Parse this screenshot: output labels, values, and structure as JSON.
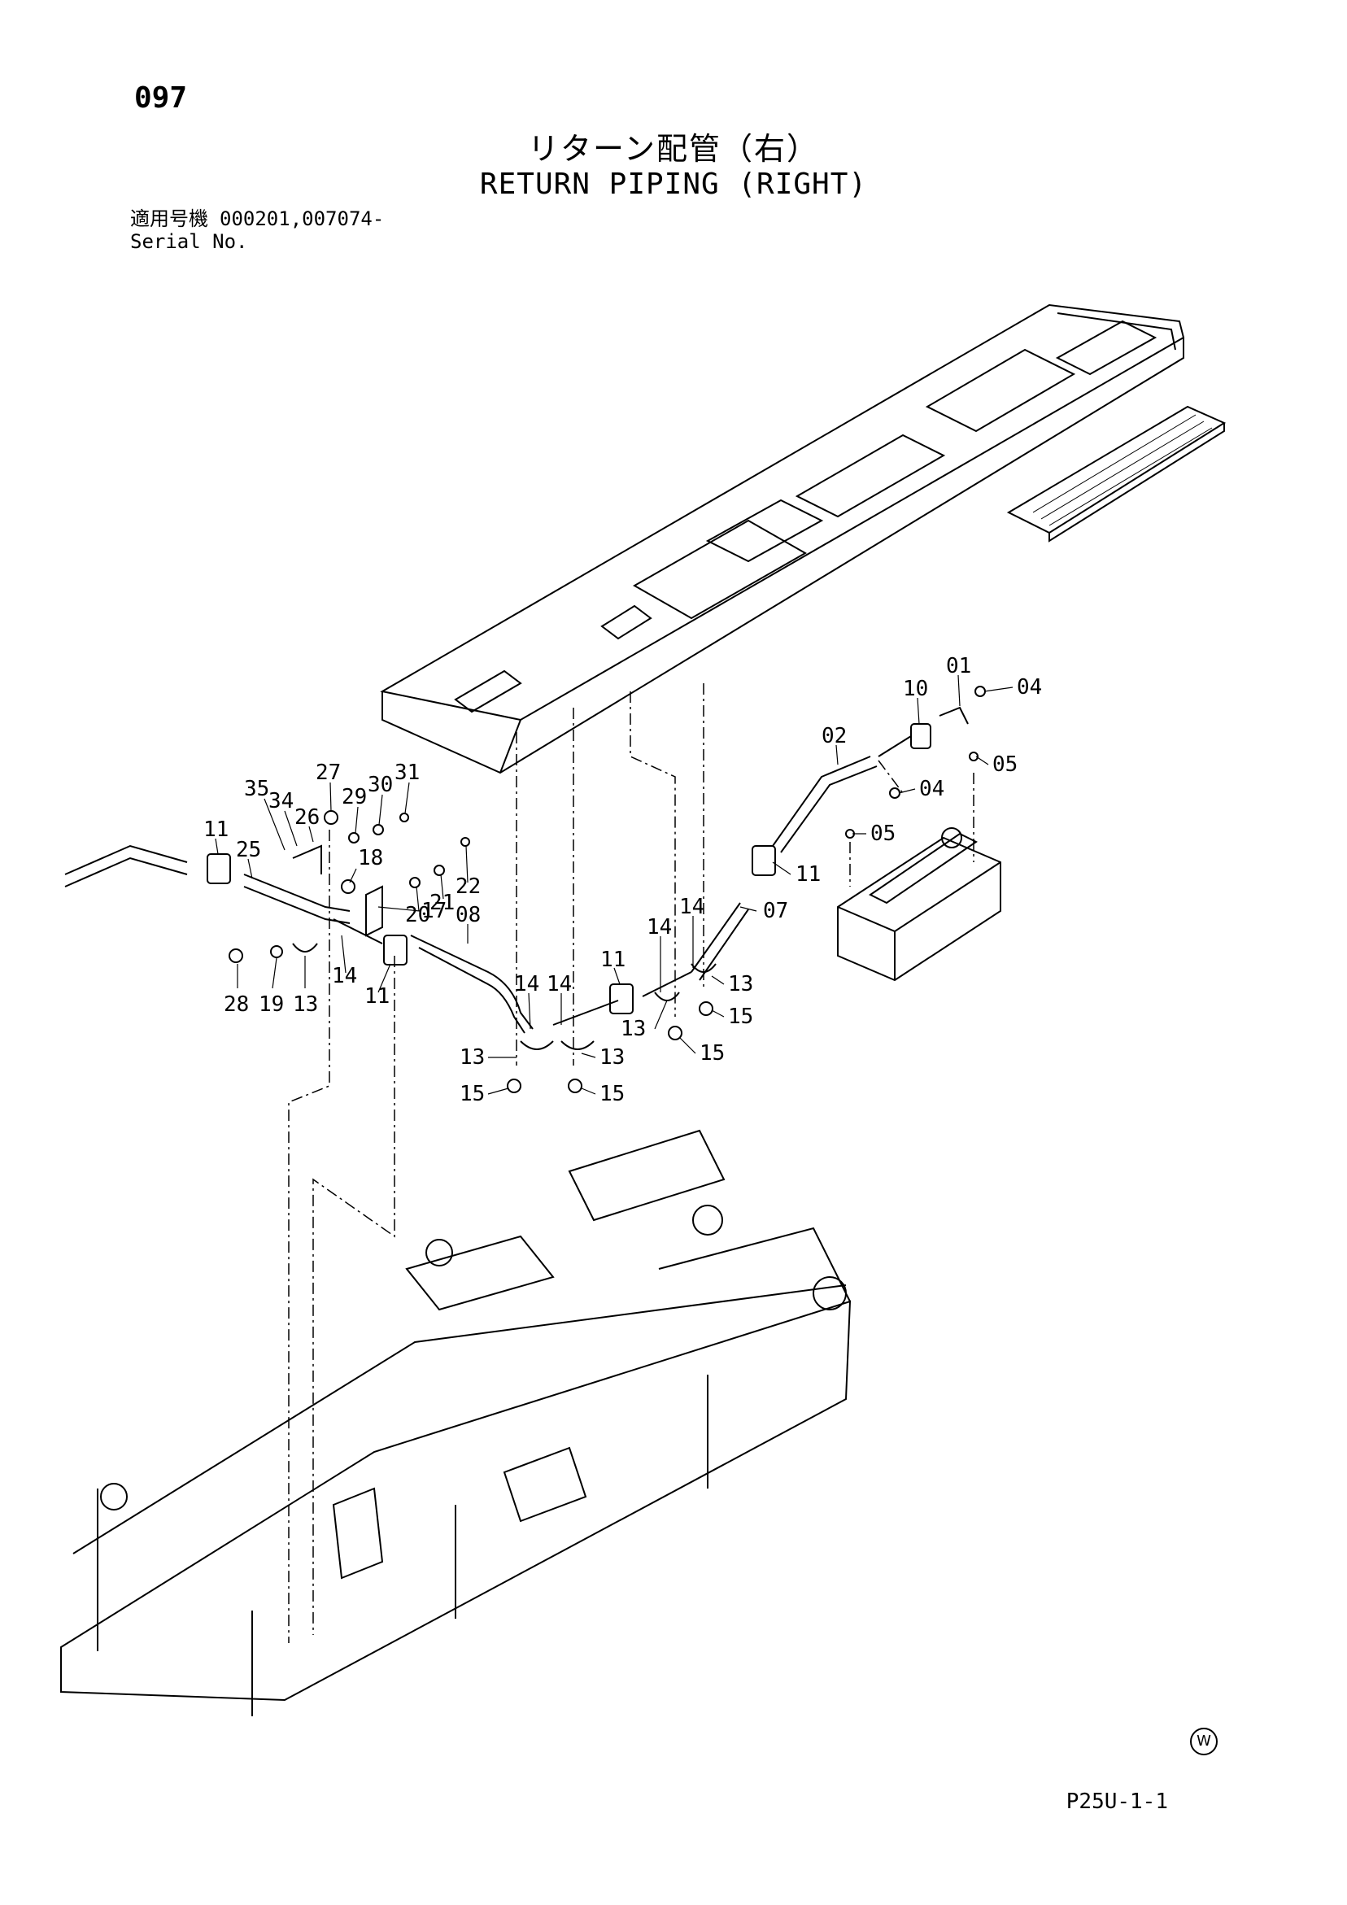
{
  "header": {
    "page_number": "097",
    "title_jp": "リターン配管（右）",
    "title_en": "RETURN PIPING (RIGHT)",
    "serial_label_jp": "適用号機",
    "serial_label_en": "Serial No.",
    "serial_value": "000201,007074-"
  },
  "callouts": [
    {
      "id": "c01",
      "label": "01"
    },
    {
      "id": "c04a",
      "label": "04"
    },
    {
      "id": "c10",
      "label": "10"
    },
    {
      "id": "c02",
      "label": "02"
    },
    {
      "id": "c05a",
      "label": "05"
    },
    {
      "id": "c04b",
      "label": "04"
    },
    {
      "id": "c05b",
      "label": "05"
    },
    {
      "id": "c11a",
      "label": "11"
    },
    {
      "id": "c07",
      "label": "07"
    },
    {
      "id": "c14a",
      "label": "14"
    },
    {
      "id": "c14b",
      "label": "14"
    },
    {
      "id": "c11b",
      "label": "11"
    },
    {
      "id": "c13a",
      "label": "13"
    },
    {
      "id": "c15a",
      "label": "15"
    },
    {
      "id": "c13b",
      "label": "13"
    },
    {
      "id": "c15b",
      "label": "15"
    },
    {
      "id": "c14c",
      "label": "14"
    },
    {
      "id": "c14d",
      "label": "14"
    },
    {
      "id": "c13c",
      "label": "13"
    },
    {
      "id": "c13d",
      "label": "13"
    },
    {
      "id": "c15c",
      "label": "15"
    },
    {
      "id": "c15d",
      "label": "15"
    },
    {
      "id": "c08",
      "label": "08"
    },
    {
      "id": "c27",
      "label": "27"
    },
    {
      "id": "c35",
      "label": "35"
    },
    {
      "id": "c34",
      "label": "34"
    },
    {
      "id": "c26",
      "label": "26"
    },
    {
      "id": "c29",
      "label": "29"
    },
    {
      "id": "c30",
      "label": "30"
    },
    {
      "id": "c31",
      "label": "31"
    },
    {
      "id": "c11c",
      "label": "11"
    },
    {
      "id": "c25",
      "label": "25"
    },
    {
      "id": "c18",
      "label": "18"
    },
    {
      "id": "c20",
      "label": "20"
    },
    {
      "id": "c21",
      "label": "21"
    },
    {
      "id": "c22",
      "label": "22"
    },
    {
      "id": "c17",
      "label": "17"
    },
    {
      "id": "c14e",
      "label": "14"
    },
    {
      "id": "c11d",
      "label": "11"
    },
    {
      "id": "c28",
      "label": "28"
    },
    {
      "id": "c19",
      "label": "19"
    },
    {
      "id": "c13e",
      "label": "13"
    }
  ],
  "footer": {
    "drawing_code": "P25U-1-1",
    "circle_mark": "W"
  }
}
